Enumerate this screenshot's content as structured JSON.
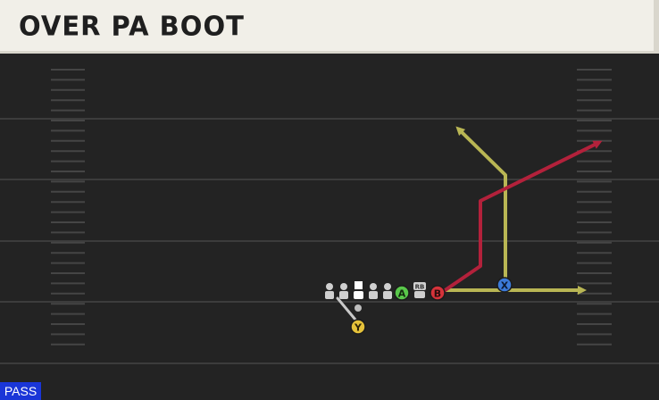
{
  "play": {
    "title": "OVER PA BOOT",
    "type_tag": "PASS"
  },
  "players": {
    "receiver_a": {
      "label": "A",
      "color": "#59c84a"
    },
    "receiver_b": {
      "label": "B",
      "color": "#d6333a"
    },
    "receiver_x": {
      "label": "X",
      "color": "#3b7ad9"
    },
    "receiver_y": {
      "label": "Y",
      "color": "#e6c23a"
    },
    "running_back": {
      "label": "RB"
    }
  },
  "colors": {
    "field": "#232323",
    "yard_line": "#3c3c3c",
    "hash": "#454545",
    "route_yellow": "#b9b654",
    "route_red": "#b3213b",
    "block_route": "#c9c9c9"
  }
}
